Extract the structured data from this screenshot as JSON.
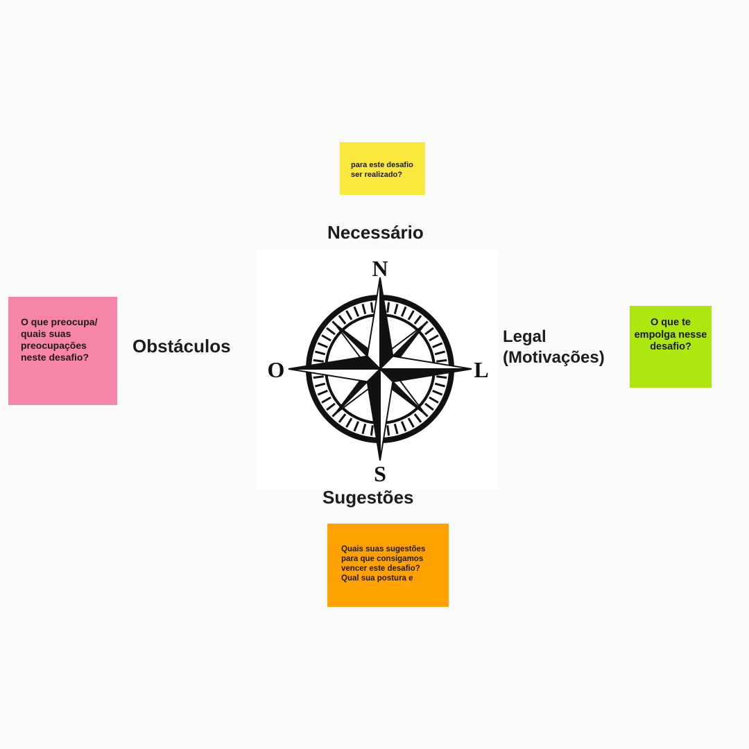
{
  "notes": {
    "top": {
      "text_visible": "para este desafio ser realizado?",
      "color": "#fae83c"
    },
    "left": {
      "text": "O que preocupa/ quais suas preocupações neste desafio?",
      "color": "#f785a8"
    },
    "right": {
      "text": "O que te empolga nesse desafio?",
      "color": "#aee60f"
    },
    "bottom": {
      "text": "Quais suas sugestões para que consigamos vencer este desafio? Qual sua postura e",
      "color": "#ffa200"
    }
  },
  "directions": {
    "north": "Necessário",
    "south": "Sugestões",
    "west": "Obstáculos",
    "east_line1": "Legal",
    "east_line2": "(Motivações)"
  },
  "compass": {
    "n": "N",
    "s": "S",
    "o": "O",
    "l": "L",
    "icon": "compass-rose-icon"
  }
}
